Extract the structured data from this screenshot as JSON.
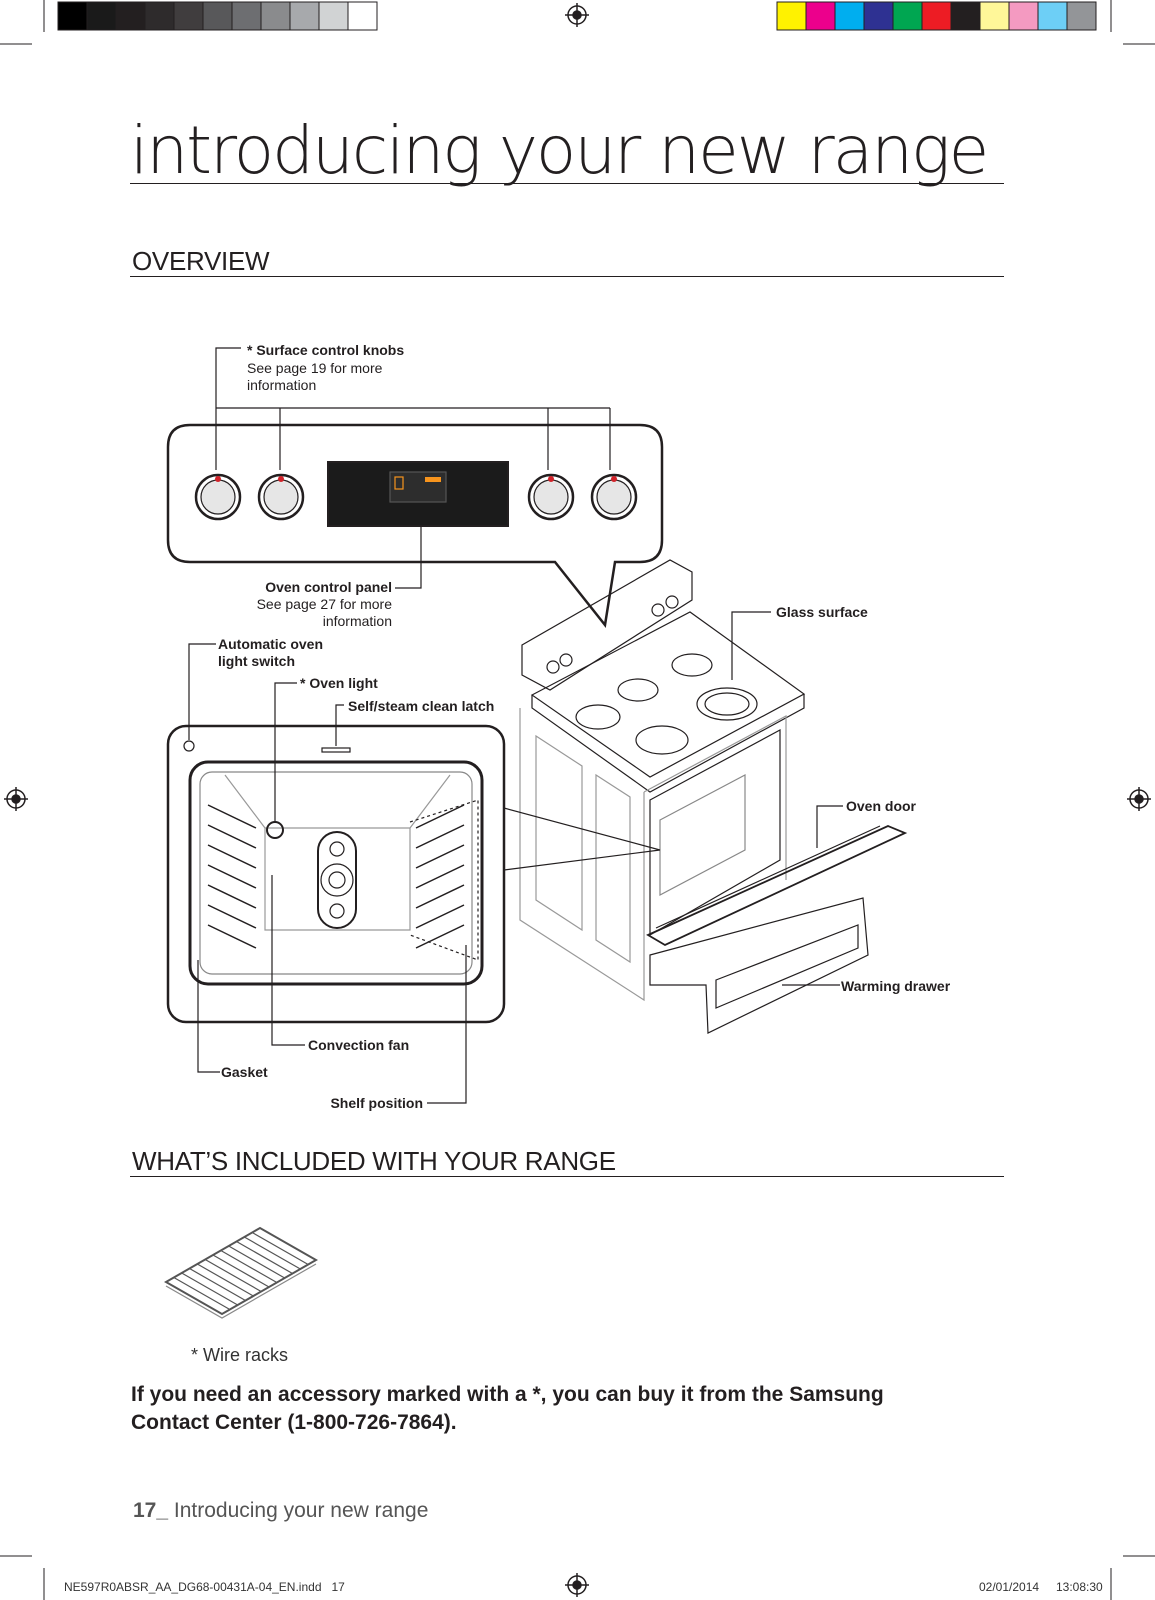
{
  "document": {
    "title": "introducing your new range",
    "sections": {
      "overview": "OVERVIEW",
      "included": "WHAT’S INCLUDED WITH YOUR RANGE"
    },
    "labels": {
      "surface_knobs": "* Surface control knobs",
      "surface_knobs_sub1": "See page 19 for more",
      "surface_knobs_sub2": "information",
      "oven_panel": "Oven control panel",
      "oven_panel_sub1": "See page 27 for more",
      "oven_panel_sub2": "information",
      "glass_surface": "Glass surface",
      "auto_light_1": "Automatic oven",
      "auto_light_2": "light switch",
      "oven_light": "* Oven light",
      "clean_latch": "Self/steam clean latch",
      "oven_door": "Oven door",
      "warming_drawer": "Warming drawer",
      "convection_fan": "Convection fan",
      "gasket": "Gasket",
      "shelf_position": "Shelf position"
    },
    "wire_racks": "* Wire racks",
    "accessory_note_1": "If you need an accessory marked with a *, you can buy it from the Samsung",
    "accessory_note_2": "Contact Center (1-800-726-7864).",
    "footer": {
      "page_number": "17_",
      "page_title": " Introducing your new range",
      "file_name": "NE597R0ABSR_AA_DG68-00431A-04_EN.indd   17",
      "date": "02/01/2014",
      "time": "13:08:30"
    }
  },
  "colors": {
    "gray_bar": [
      "#000000",
      "#1a1a1a",
      "#231f20",
      "#2e2b2c",
      "#403d3e",
      "#58585a",
      "#6d6e71",
      "#8a8b8d",
      "#a7a9ac",
      "#d1d3d4",
      "#ffffff"
    ],
    "color_bar": [
      "#fff200",
      "#ec008c",
      "#00aeef",
      "#2e3192",
      "#00a651",
      "#ed1c24",
      "#231f20",
      "#fff799",
      "#f49ac1",
      "#6dcff6",
      "#939598"
    ]
  }
}
